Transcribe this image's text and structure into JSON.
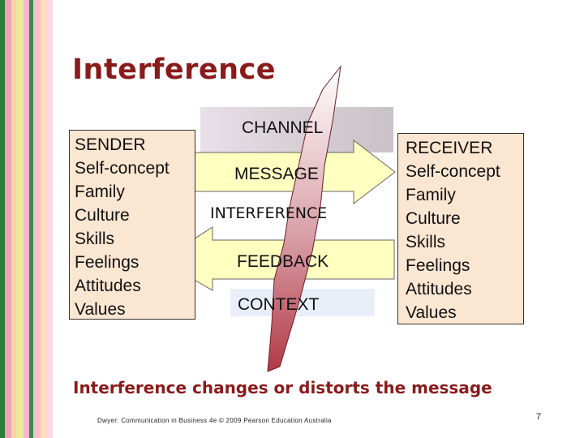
{
  "title": "Interference",
  "sender": {
    "items": [
      "SENDER",
      "Self-concept",
      "Family",
      "Culture",
      "Skills",
      "Feelings",
      "Attitudes",
      "Values"
    ]
  },
  "receiver": {
    "items": [
      "RECEIVER",
      "Self-concept",
      "Family",
      "Culture",
      "Skills",
      "Feelings",
      "Attitudes",
      "Values"
    ]
  },
  "labels": {
    "channel": "CHANNEL",
    "message": "MESSAGE",
    "interference": "INTERFERENCE",
    "feedback": "FEEDBACK",
    "context": "CONTEXT"
  },
  "caption": "Interference changes or distorts the message",
  "footer": "Dwyer: Communication in Business 4e © 2009 Pearson Education Australia",
  "page_number": "7",
  "colors": {
    "title": "#8b1a1a",
    "box_fill": "#fbe6d2",
    "arrow_fill": "#ffffc0",
    "bolt_top": "#ffffff",
    "bolt_bottom": "#b23a45",
    "stripes": [
      "#2e7d3a",
      "#f2a0b8",
      "#fbd2a0",
      "#e9ec9a",
      "#f7b8cc",
      "#3b8c4a",
      "#f4c0d0",
      "#fde0b0",
      "#ffd8e6",
      "#ffffff"
    ]
  }
}
